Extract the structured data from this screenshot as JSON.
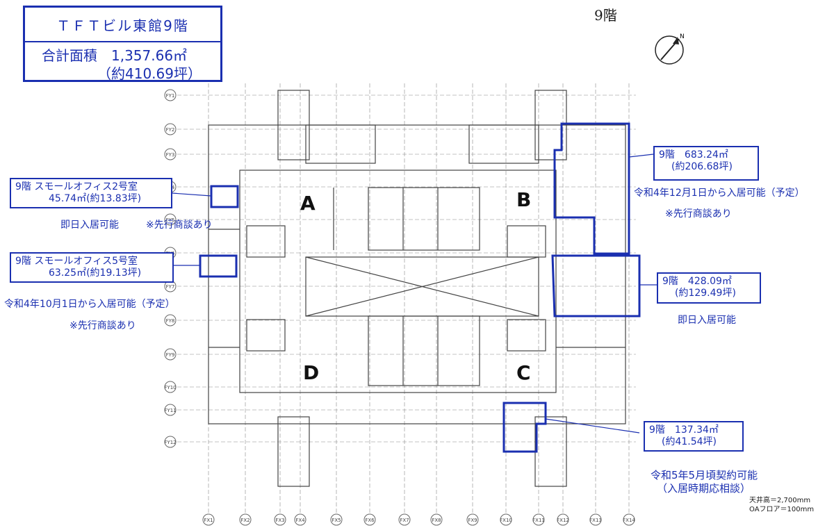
{
  "header": {
    "building": "ＴＦＴビル東館9階",
    "total_area": "合計面積　1,357.66㎡",
    "total_tsubo": "（約410.69坪）",
    "floor": "9階"
  },
  "units": {
    "small2": {
      "line1": "9階 スモールオフィス2号室",
      "line2": "45.74㎡(約13.83坪)",
      "note1": "即日入居可能",
      "note2": "※先行商談あり"
    },
    "small5": {
      "line1": "9階 スモールオフィス5号室",
      "line2": "63.25㎡(約19.13坪)",
      "note1": "令和4年10月1日から入居可能（予定）",
      "note2": "※先行商談あり"
    },
    "b_top": {
      "line1": "9階　683.24㎡",
      "line2": "(約206.68坪)",
      "note1": "令和4年12月1日から入居可能（予定）",
      "note2": "※先行商談あり"
    },
    "b_mid": {
      "line1": "9階　428.09㎡",
      "line2": "(約129.49坪)",
      "note1": "即日入居可能"
    },
    "c_bot": {
      "line1": "9階　137.34㎡",
      "line2": "(約41.54坪)",
      "note1": "令和5年5月頃契約可能",
      "note2": "（入居時期応相談）"
    }
  },
  "zones": [
    "A",
    "B",
    "C",
    "D"
  ],
  "grid": {
    "x_labels": [
      "FX1",
      "FX2",
      "FX3",
      "FX4",
      "FX5",
      "FX6",
      "FX7",
      "FX8",
      "FX9",
      "FX10",
      "FX11",
      "FX12",
      "FX13",
      "FX14"
    ],
    "y_labels": [
      "FY1",
      "FY2",
      "FY3",
      "FY4",
      "FY5",
      "FY6",
      "FY7",
      "FY8",
      "FY9",
      "FY10",
      "FY11",
      "FY12"
    ]
  },
  "footer": {
    "ceiling": "天井高＝2,700mm",
    "oa_floor": "OAフロア＝100mm"
  },
  "colors": {
    "accent": "#1a2fb0",
    "plan_line": "#555555"
  }
}
